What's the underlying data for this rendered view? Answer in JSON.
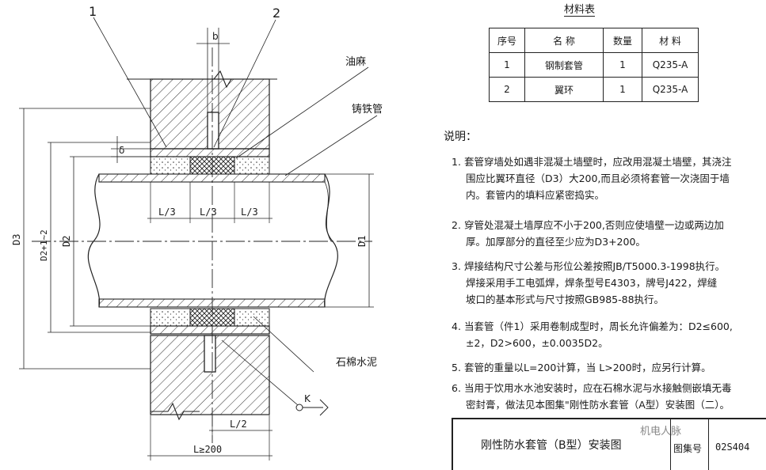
{
  "drawing": {
    "callouts": {
      "c1": "1",
      "c2": "2",
      "b": "b",
      "delta": "δ"
    },
    "labels": {
      "oil_hemp": "油麻",
      "cast_iron_pipe": "铸铁管",
      "asbestos_cement": "石棉水泥",
      "k": "K"
    },
    "dims": {
      "l3a": "L/3",
      "l3b": "L/3",
      "l3c": "L/3",
      "l2": "L/2",
      "lmin": "L≥200",
      "d3": "D3",
      "d2plus": "D2+1~2",
      "d2": "D2",
      "d1": "D1"
    }
  },
  "material_table": {
    "title": "材料表",
    "headers": [
      "序号",
      "名 称",
      "数量",
      "材 料"
    ],
    "rows": [
      [
        "1",
        "钢制套管",
        "1",
        "Q235-A"
      ],
      [
        "2",
        "翼环",
        "1",
        "Q235-A"
      ]
    ]
  },
  "notes": {
    "title": "说明：",
    "items": [
      {
        "num": "1.",
        "lines": [
          "套管穿墙处如遇非混凝土墙壁时，应改用混凝土墙壁，其浇注",
          "围应比翼环直径（D3）大200,而且必须将套管一次浇固于墙",
          "内。套管内的填料应紧密捣实。"
        ]
      },
      {
        "num": "2.",
        "lines": [
          "穿管处混凝土墙厚应不小于200,否则应使墙壁一边或两边加",
          "厚。加厚部分的直径至少应为D3+200。"
        ]
      },
      {
        "num": "3.",
        "lines": [
          "焊接结构尺寸公差与形位公差按照JB/T5000.3-1998执行。",
          "焊接采用手工电弧焊，焊条型号E4303，牌号J422，焊缝",
          "坡口的基本形式与尺寸按照GB985-88执行。"
        ]
      },
      {
        "num": "4.",
        "lines": [
          "当套管（件1）采用卷制成型时，周长允许偏差为：D2≤600,",
          "±2，D2>600，±0.0035D2。"
        ]
      },
      {
        "num": "5.",
        "lines": [
          "套管的重量以L=200计算，当 L>200时，应另行计算。"
        ]
      },
      {
        "num": "6.",
        "lines": [
          "当用于饮用水水池安装时，应在石棉水泥与水接触侧嵌填无毒",
          "密封膏，做法见本图集\"刚性防水套管（A型）安装图（二）。"
        ]
      }
    ]
  },
  "title_block": {
    "title": "刚性防水套管（B型）安装图",
    "atlas_label": "图集号",
    "atlas_no": "02S404"
  },
  "watermark": "机电人脉"
}
